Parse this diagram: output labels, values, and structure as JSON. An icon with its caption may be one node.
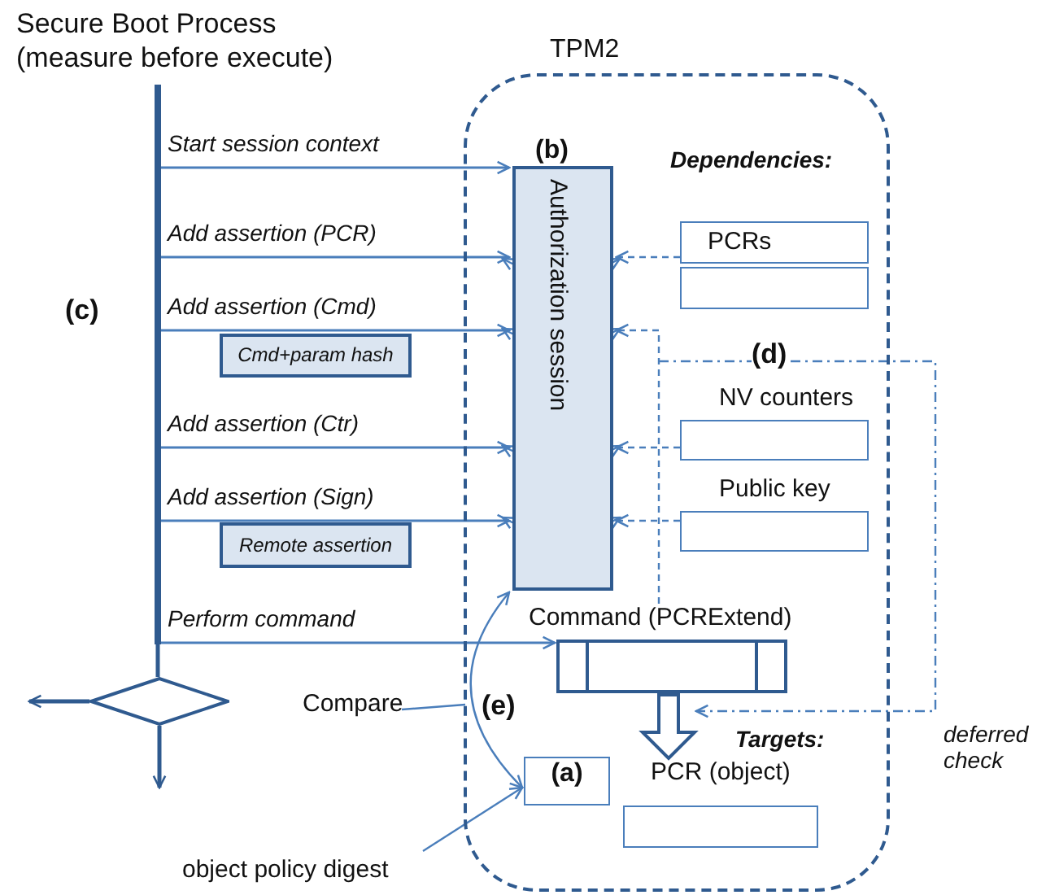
{
  "diagram": {
    "title": "Secure Boot Process (measure before execute)",
    "nodes": [
      {
        "text": [
          "TPM2"
        ]
      },
      {
        "text": [],
        "shape": "bar"
      },
      {
        "text": [
          "(b)",
          "Authorization session"
        ],
        "in": 0
      },
      {
        "text": [
          "Cmd+param hash"
        ]
      },
      {
        "text": [
          "Remote assertion"
        ]
      },
      {
        "text": [
          "PCRs"
        ],
        "in": 0
      },
      {
        "text": [],
        "shape": "box",
        "in": 0
      },
      {
        "text": [
          "NV counters"
        ],
        "in": 0
      },
      {
        "text": [
          "Public key"
        ],
        "in": 0
      },
      {
        "text": [
          "Command (PCRExtend)"
        ],
        "in": 0
      },
      {
        "text": [
          "(a)"
        ],
        "in": 0
      },
      {
        "text": [
          "PCR (object)"
        ],
        "in": 0
      },
      {
        "text": [],
        "shape": "diamond"
      },
      {
        "text": [
          "Compare"
        ]
      },
      {
        "text": [
          "object policy digest"
        ]
      }
    ],
    "edges": [
      {
        "from": 1,
        "to": 2,
        "arrow": "to",
        "label": "Start session context"
      },
      {
        "from": 1,
        "to": 2,
        "arrow": "to",
        "label": "Add assertion (PCR)"
      },
      {
        "from": 1,
        "to": 2,
        "arrow": "to",
        "label": "Add assertion (Cmd)"
      },
      {
        "from": 1,
        "to": 2,
        "arrow": "to",
        "label": "Add assertion (Ctr)"
      },
      {
        "from": 1,
        "to": 2,
        "arrow": "to",
        "label": "Add assertion (Sign)"
      },
      {
        "from": 1,
        "to": 9,
        "arrow": "to",
        "label": "Perform command"
      },
      {
        "from": 1,
        "to": 12,
        "arrow": "none"
      },
      {
        "from": 12,
        "to": null,
        "arrow": "to"
      },
      {
        "from": 12,
        "to": null,
        "arrow": "to"
      },
      {
        "from": 5,
        "to": 2,
        "arrow": "to",
        "style": "dashed"
      },
      {
        "from": 9,
        "to": 2,
        "arrow": "to",
        "style": "dashed"
      },
      {
        "from": 7,
        "to": 2,
        "arrow": "to",
        "style": "dashed"
      },
      {
        "from": 8,
        "to": 2,
        "arrow": "to",
        "style": "dashed"
      },
      {
        "from": null,
        "to": 11,
        "arrow": "to",
        "style": "dashed",
        "label": "deferred check"
      },
      {
        "from": 9,
        "to": 11,
        "arrow": "to",
        "style": "thick"
      },
      {
        "from": 2,
        "to": 10,
        "arrow": "both"
      },
      {
        "from": 13,
        "to": 0,
        "arrow": "none"
      },
      {
        "from": 14,
        "to": 10,
        "arrow": "to"
      }
    ],
    "labels": [
      "(c)",
      "Dependencies:",
      "(d)",
      "(e)",
      "Targets:"
    ]
  }
}
